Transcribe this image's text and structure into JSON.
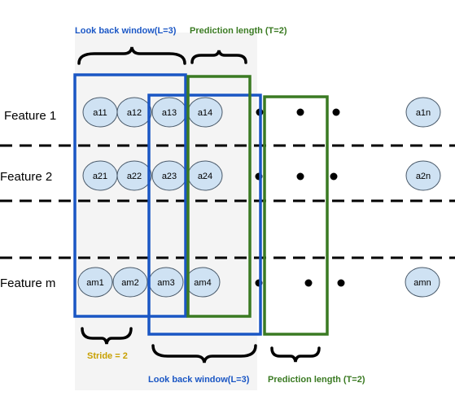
{
  "labels": {
    "lookback_top": "Look back window(L=3)",
    "prediction_top": "Prediction length (T=2)",
    "stride": "Stride = 2",
    "lookback_bottom": "Look back window(L=3)",
    "prediction_bottom": "Prediction length (T=2)"
  },
  "features": [
    "Feature 1",
    "Feature 2",
    "Feature m"
  ],
  "cells": {
    "row1": [
      "a11",
      "a12",
      "a13",
      "a14",
      "a1n"
    ],
    "row2": [
      "a21",
      "a22",
      "a23",
      "a24",
      "a2n"
    ],
    "rowm": [
      "am1",
      "am2",
      "am3",
      "am4",
      "amn"
    ]
  },
  "colors": {
    "blue": "#1a56c4",
    "green": "#3a7a22",
    "stride": "#c8a000",
    "cell_fill": "#cfe2f3",
    "cell_stroke": "#4a5a6a"
  }
}
